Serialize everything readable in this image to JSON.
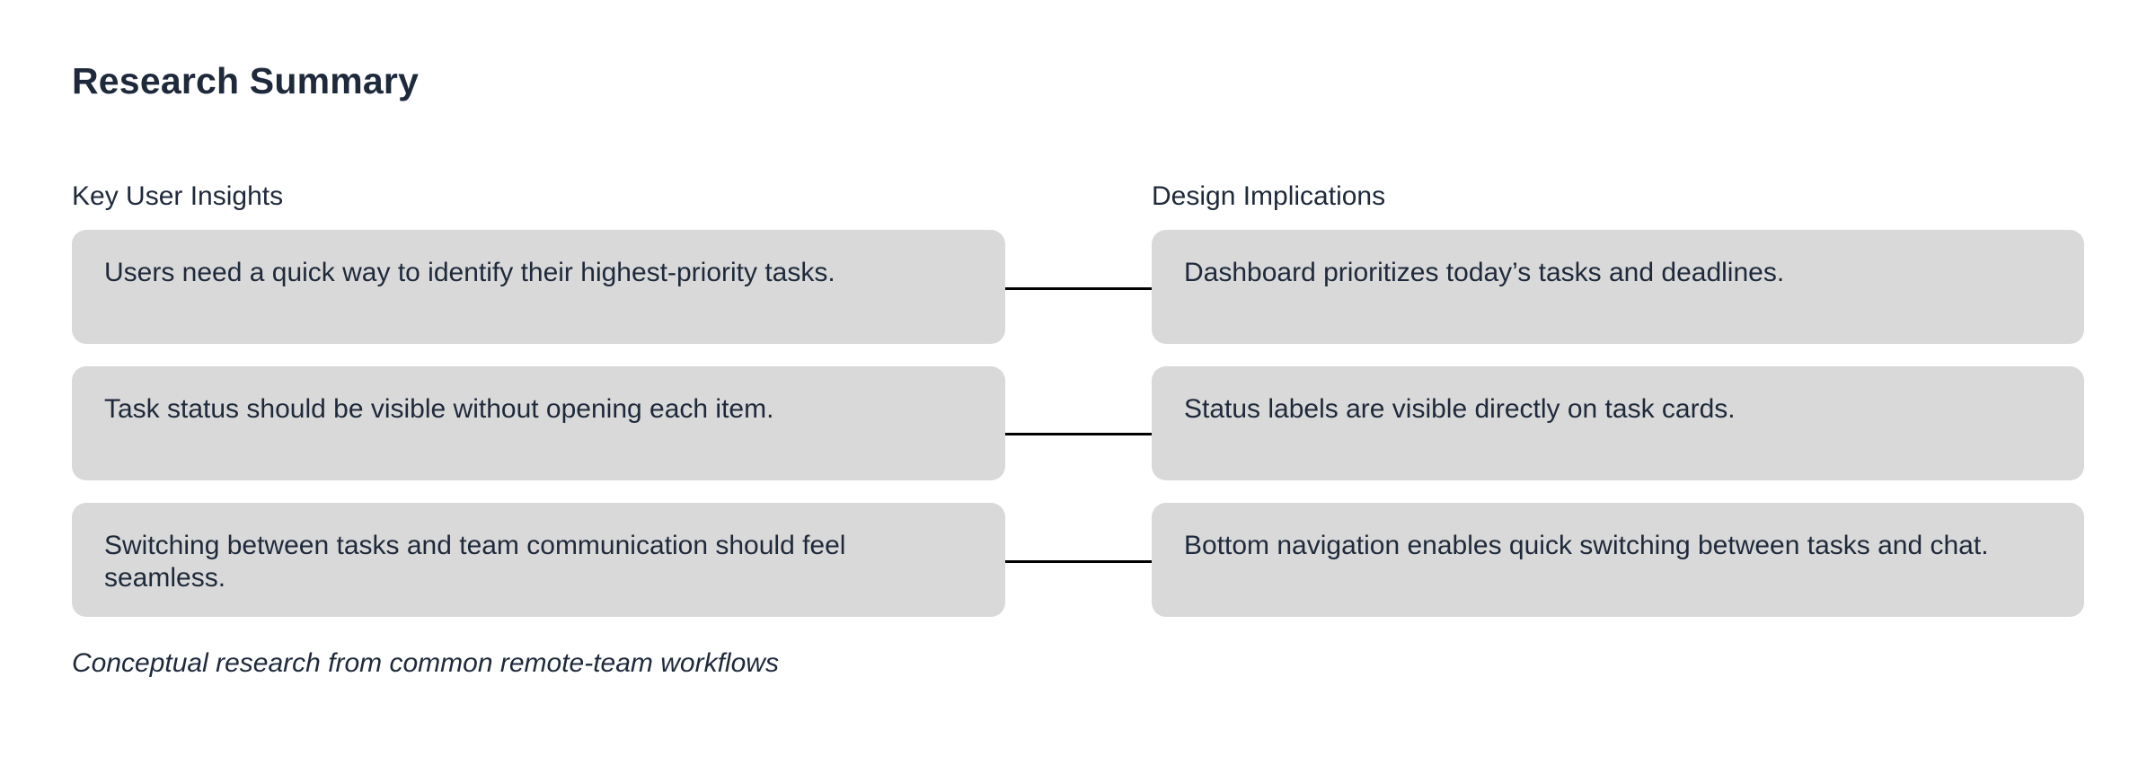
{
  "page": {
    "title": "Research Summary",
    "footer_note": "Conceptual research from common remote-team workflows"
  },
  "columns": {
    "left": {
      "header": "Key User Insights"
    },
    "right": {
      "header": "Design Implications"
    }
  },
  "rows": [
    {
      "insight": "Users need a quick way to identify their highest-priority tasks.",
      "implication": "Dashboard prioritizes today’s tasks and deadlines."
    },
    {
      "insight": "Task status should be visible without opening each item.",
      "implication": "Status labels are visible directly on task cards."
    },
    {
      "insight": "Switching between tasks and team communication should feel seamless.",
      "implication": "Bottom navigation enables quick switching between tasks and chat."
    }
  ],
  "colors": {
    "background": "#ffffff",
    "card_bg": "#d9d9d9",
    "text": "#1e293b",
    "connector": "#000000"
  }
}
